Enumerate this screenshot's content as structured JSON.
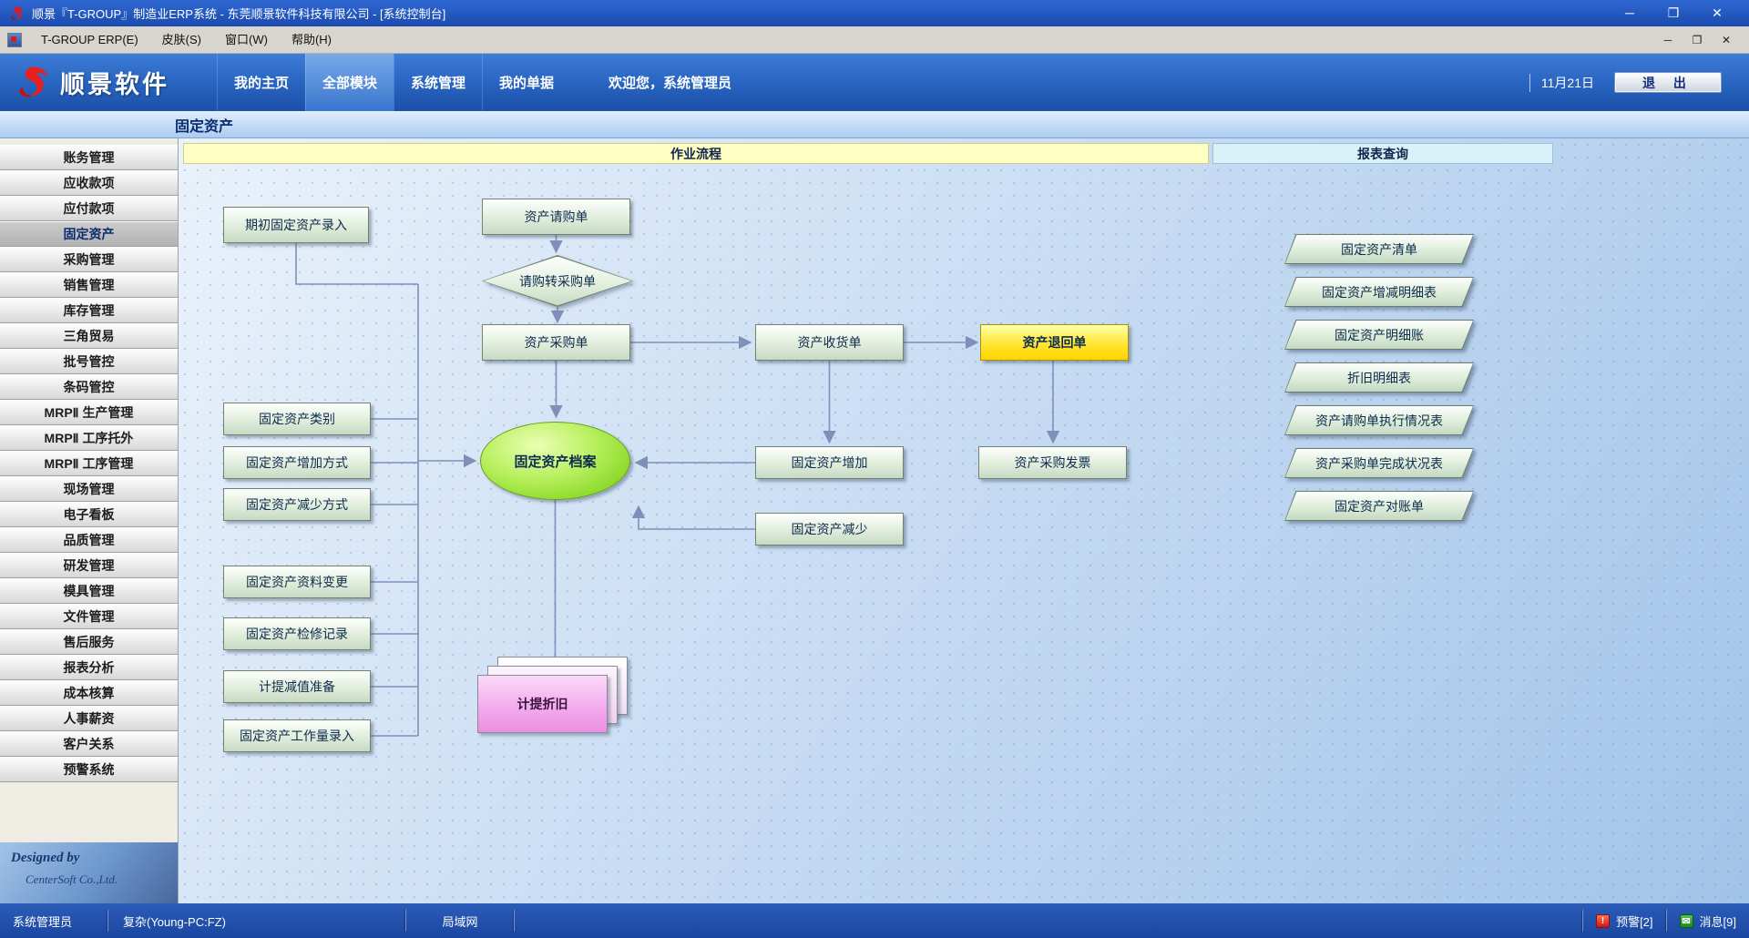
{
  "window": {
    "title": "顺景『T-GROUP』制造业ERP系统 - 东莞顺景软件科技有限公司 - [系统控制台]",
    "controls": {
      "minimize": "─",
      "maximize": "❐",
      "close": "✕"
    }
  },
  "menubar": {
    "items": [
      "T-GROUP ERP(E)",
      "皮肤(S)",
      "窗口(W)",
      "帮助(H)"
    ]
  },
  "banner": {
    "logo_text": "顺景软件",
    "tabs": [
      "我的主页",
      "全部模块",
      "系统管理",
      "我的单据"
    ],
    "active_tab": "全部模块",
    "welcome": "欢迎您，系统管理员",
    "date": "11月21日",
    "exit_label": "退 出"
  },
  "page": {
    "title": "固定资产"
  },
  "sidebar": {
    "items": [
      "账务管理",
      "应收款项",
      "应付款项",
      "固定资产",
      "采购管理",
      "销售管理",
      "库存管理",
      "三角贸易",
      "批号管控",
      "条码管控",
      "MRPⅡ 生产管理",
      "MRPⅡ 工序托外",
      "MRPⅡ 工序管理",
      "现场管理",
      "电子看板",
      "品质管理",
      "研发管理",
      "模具管理",
      "文件管理",
      "售后服务",
      "报表分析",
      "成本核算",
      "人事薪资",
      "客户关系",
      "预警系统"
    ],
    "selected": "固定资产",
    "designed_by": "Designed by",
    "company": "CenterSoft Co.,Ltd."
  },
  "flow": {
    "sections": {
      "left": "作业流程",
      "right": "报表查询"
    },
    "nodes": {
      "init_entry": "期初固定资产录入",
      "purchase_request": "资产请购单",
      "request_to_po": "请购转采购单",
      "asset_po": "资产采购单",
      "receipt": "资产收货单",
      "return_note": "资产退回单",
      "category": "固定资产类别",
      "add_method": "固定资产增加方式",
      "reduce_method": "固定资产减少方式",
      "archive": "固定资产档案",
      "asset_add": "固定资产增加",
      "po_invoice": "资产采购发票",
      "asset_reduce": "固定资产减少",
      "data_change": "固定资产资料变更",
      "repair_record": "固定资产检修记录",
      "impairment": "计提减值准备",
      "workload": "固定资产工作量录入",
      "depreciation": "计提折旧"
    },
    "reports": [
      "固定资产清单",
      "固定资产增减明细表",
      "固定资产明细账",
      "折旧明细表",
      "资产请购单执行情况表",
      "资产采购单完成状况表",
      "固定资产对账单"
    ]
  },
  "statusbar": {
    "user": "系统管理员",
    "host": "复杂(Young-PC:FZ)",
    "network": "局域网",
    "alert": "预警[2]",
    "message": "消息[9]"
  },
  "icons": {
    "alert_glyph": "!",
    "message_glyph": "✉"
  },
  "colors": {
    "banner_blue": "#2763bf",
    "highlight_yellow": "#ffd400",
    "archive_green": "#8bd92a",
    "depreciation_pink": "#f3a8ec"
  }
}
